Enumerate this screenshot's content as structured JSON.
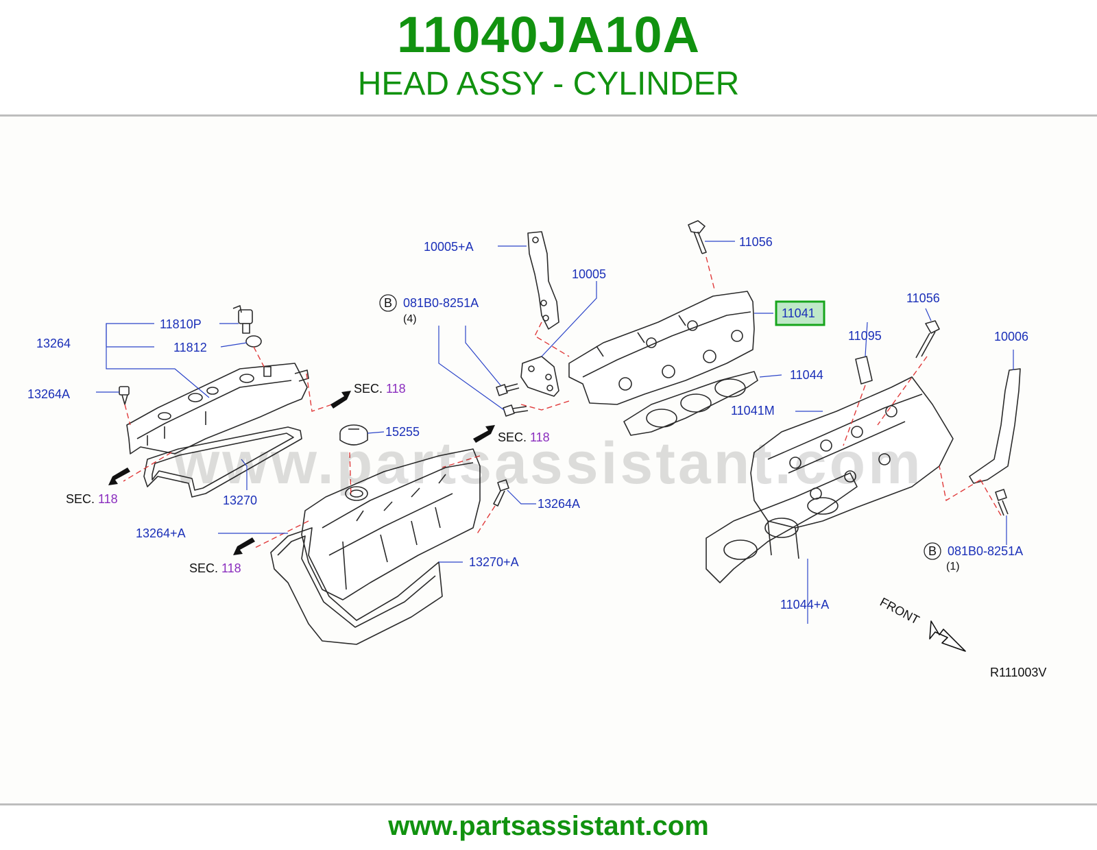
{
  "header": {
    "part_number": "11040JA10A",
    "part_name": "HEAD ASSY - CYLINDER"
  },
  "footer": {
    "site": "www.partsassistant.com"
  },
  "watermark": "www.partsassistant.com",
  "diagram": {
    "highlighted_part": "11041",
    "highlight_color": "#17a51c",
    "label_color": "#1a2fb8",
    "sec_number_color": "#8a2dbe",
    "labels": {
      "p10005a": "10005+A",
      "p11056_top": "11056",
      "p10005": "10005",
      "p081b0_top": "081B0-8251A",
      "qty_top": "(4)",
      "p11041": "11041",
      "p11056_right": "11056",
      "p11095": "11095",
      "p10006": "10006",
      "p11810p": "11810P",
      "p13264": "13264",
      "p11812": "11812",
      "p13264a_left": "13264A",
      "p11044": "11044",
      "p11041m": "11041M",
      "p15255": "15255",
      "p13270": "13270",
      "p13264a_mid": "13264A",
      "p13264pa": "13264+A",
      "p13270pa": "13270+A",
      "p081b0_right": "081B0-8251A",
      "qty_right": "(1)",
      "p11044pa": "11044+A",
      "front": "FRONT",
      "drawing_ref": "R111003V",
      "b_marker": "B"
    },
    "sec_refs": [
      {
        "prefix": "SEC.",
        "number": "118"
      },
      {
        "prefix": "SEC.",
        "number": "118"
      },
      {
        "prefix": "SEC.",
        "number": "118"
      },
      {
        "prefix": "SEC.",
        "number": "118"
      }
    ]
  }
}
